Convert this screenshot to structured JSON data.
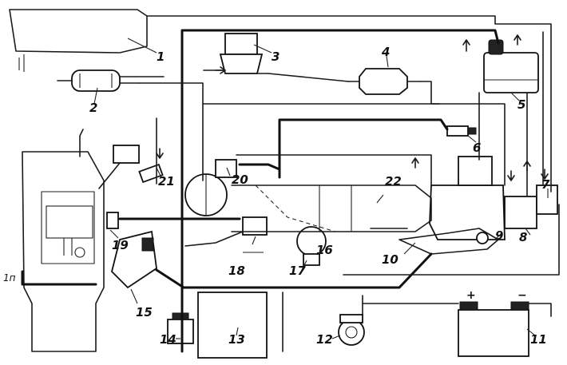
{
  "diagram": {
    "callouts": [
      "1",
      "2",
      "3",
      "4",
      "5",
      "6",
      "7",
      "8",
      "9",
      "10",
      "11",
      "12",
      "13",
      "14",
      "15",
      "16",
      "17",
      "18",
      "19",
      "20",
      "21",
      "22"
    ],
    "left_mark": "1п",
    "battery_plus": "+",
    "battery_minus": "−"
  }
}
